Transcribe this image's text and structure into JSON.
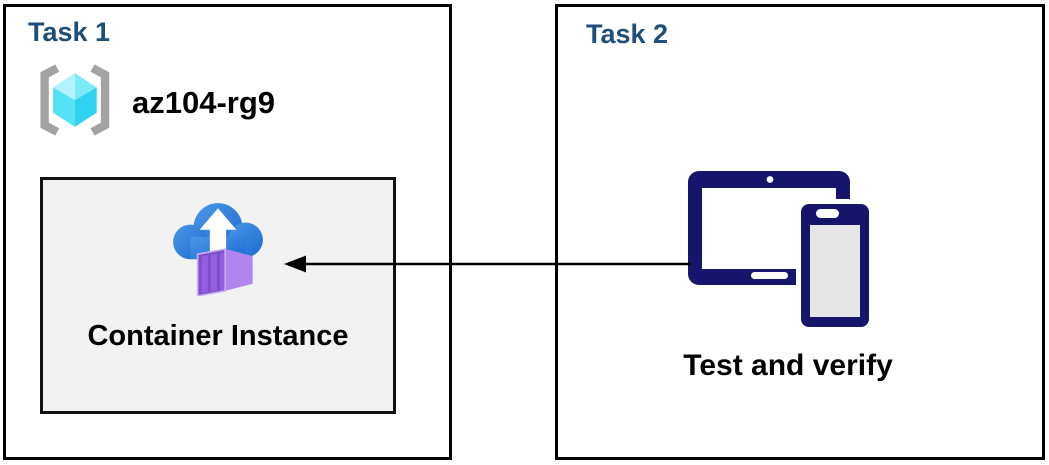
{
  "task1": {
    "title": "Task 1",
    "resource_group_name": "az104-rg9",
    "container_label": "Container Instance"
  },
  "task2": {
    "title": "Task 2",
    "label": "Test and verify"
  },
  "icons": {
    "resource_group": "resource-group-icon",
    "container_instance": "container-instance-icon",
    "devices": "devices-icon",
    "connector": "left-arrow-connector"
  },
  "arrow": {
    "from": "task2-devices",
    "to": "task1-container-instance",
    "direction": "left"
  },
  "colors": {
    "heading_blue": "#1f4e79",
    "box_border": "#000000",
    "inner_box_bg": "#f2f2f2",
    "device_navy": "#15156b",
    "cloud_blue_light": "#4a97e8",
    "cloud_blue_dark": "#1e6ad0",
    "container_purple_front": "#7d50c8",
    "container_purple_side": "#b285ee",
    "cube_cyan_light": "#aef2fc",
    "cube_cyan_dark": "#2fd3f0",
    "bracket_gray": "#a3a3a3",
    "arrow_black": "#000000"
  }
}
